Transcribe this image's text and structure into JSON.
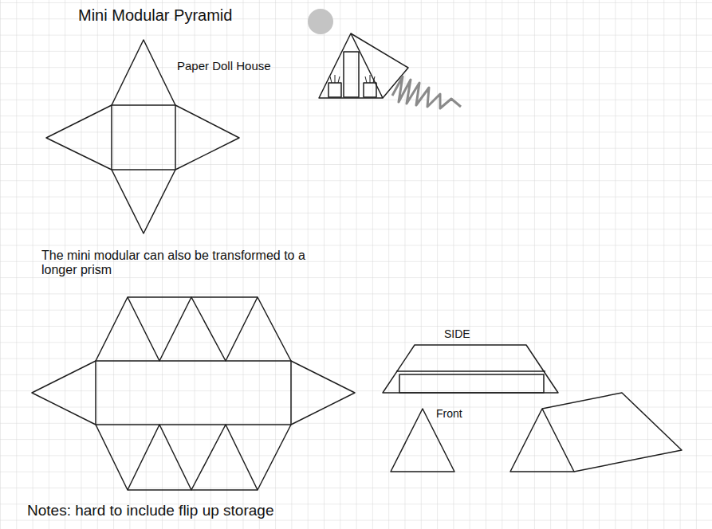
{
  "diagram": {
    "title": "Mini Modular Pyramid",
    "labels": [
      "Paper Doll House",
      "The mini modular can also be transformed to a longer prism",
      "SIDE",
      "Front",
      "Notes: hard to include flip up storage"
    ]
  }
}
